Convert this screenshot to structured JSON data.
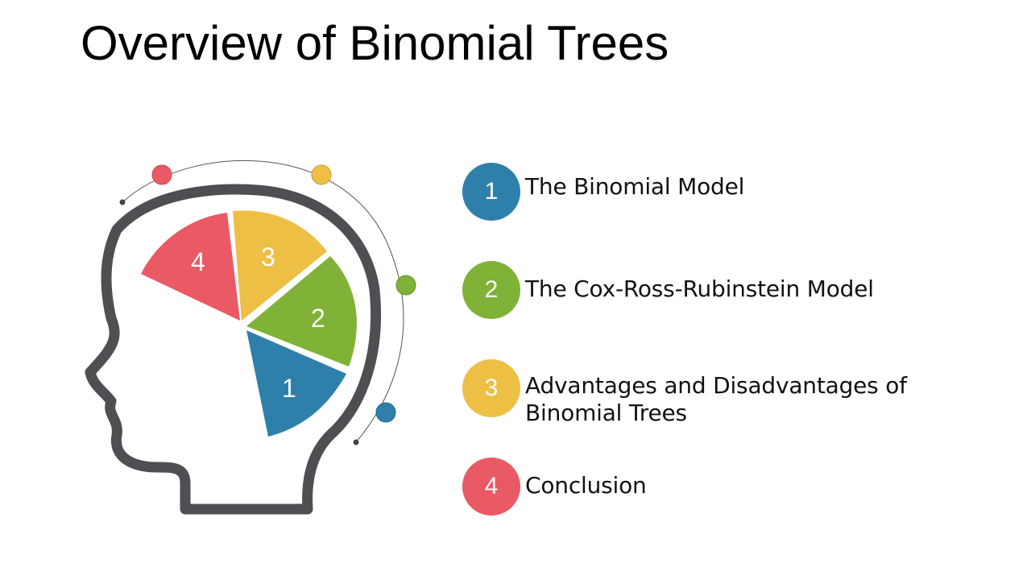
{
  "title": "Overview of Binomial Trees",
  "colors": {
    "blue": "#2e80ab",
    "green": "#7fb236",
    "yellow": "#eebf45",
    "red": "#ea5a64",
    "outline": "#4d4f52"
  },
  "segments": [
    {
      "number": "1",
      "color": "#2e80ab"
    },
    {
      "number": "2",
      "color": "#7fb236"
    },
    {
      "number": "3",
      "color": "#eebf45"
    },
    {
      "number": "4",
      "color": "#ea5a64"
    }
  ],
  "items": [
    {
      "number": "1",
      "label": "The Binomial Model",
      "color": "#2e80ab"
    },
    {
      "number": "2",
      "label": "The Cox-Ross-Rubinstein Model",
      "color": "#7fb236"
    },
    {
      "number": "3",
      "label": "Advantages and Disadvantages of Binomial Trees",
      "color": "#eebf45"
    },
    {
      "number": "4",
      "label": "Conclusion",
      "color": "#ea5a64"
    }
  ]
}
